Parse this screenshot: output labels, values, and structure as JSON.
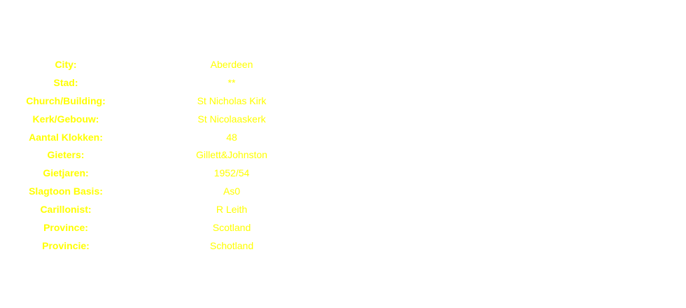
{
  "colors": {
    "text": "#ffff00",
    "background": "#ffffff"
  },
  "rows": [
    {
      "label": "City:",
      "value": "Aberdeen"
    },
    {
      "label": "Stad:",
      "value": "**"
    },
    {
      "label": "Church/Building:",
      "value": "St Nicholas Kirk"
    },
    {
      "label": "Kerk/Gebouw:",
      "value": "St Nicolaaskerk"
    },
    {
      "label": "Aantal Klokken:",
      "value": "48"
    },
    {
      "label": "Gieters:",
      "value": "Gillett&Johnston"
    },
    {
      "label": "Gietjaren:",
      "value": "1952/54"
    },
    {
      "label": "Slagtoon Basis:",
      "value": "As0"
    },
    {
      "label": "Carillonist:",
      "value": "R Leith"
    },
    {
      "label": "Province:",
      "value": "Scotland"
    },
    {
      "label": "Provincie:",
      "value": "Schotland"
    }
  ]
}
